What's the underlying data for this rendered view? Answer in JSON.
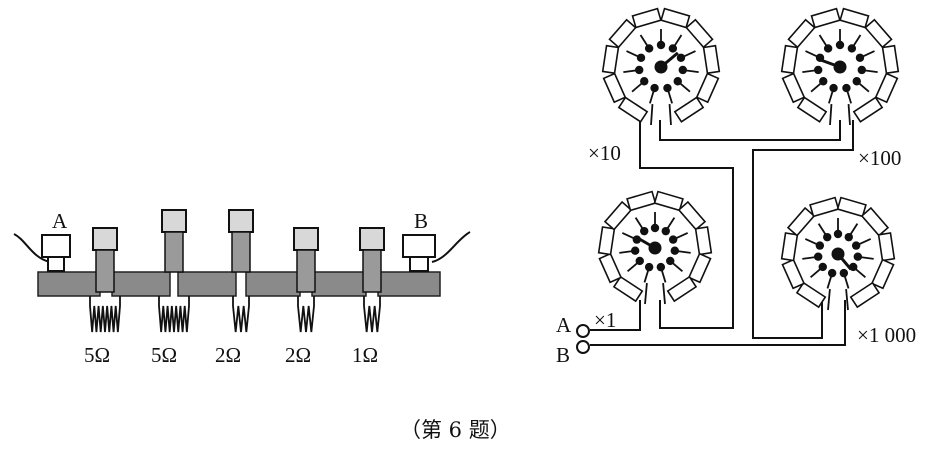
{
  "box_board": {
    "terminal_a": "A",
    "terminal_b": "B",
    "resistors": [
      "5Ω",
      "5Ω",
      "2Ω",
      "2Ω",
      "1Ω"
    ],
    "plug_inserted": [
      true,
      false,
      false,
      true,
      true
    ]
  },
  "dial_box": {
    "dials": [
      {
        "multiplier": "×10"
      },
      {
        "multiplier": "×100"
      },
      {
        "multiplier": "×1"
      },
      {
        "multiplier": "×1 000"
      }
    ],
    "terminal_a": "A",
    "terminal_b": "B"
  },
  "caption": "（第 6 题）"
}
